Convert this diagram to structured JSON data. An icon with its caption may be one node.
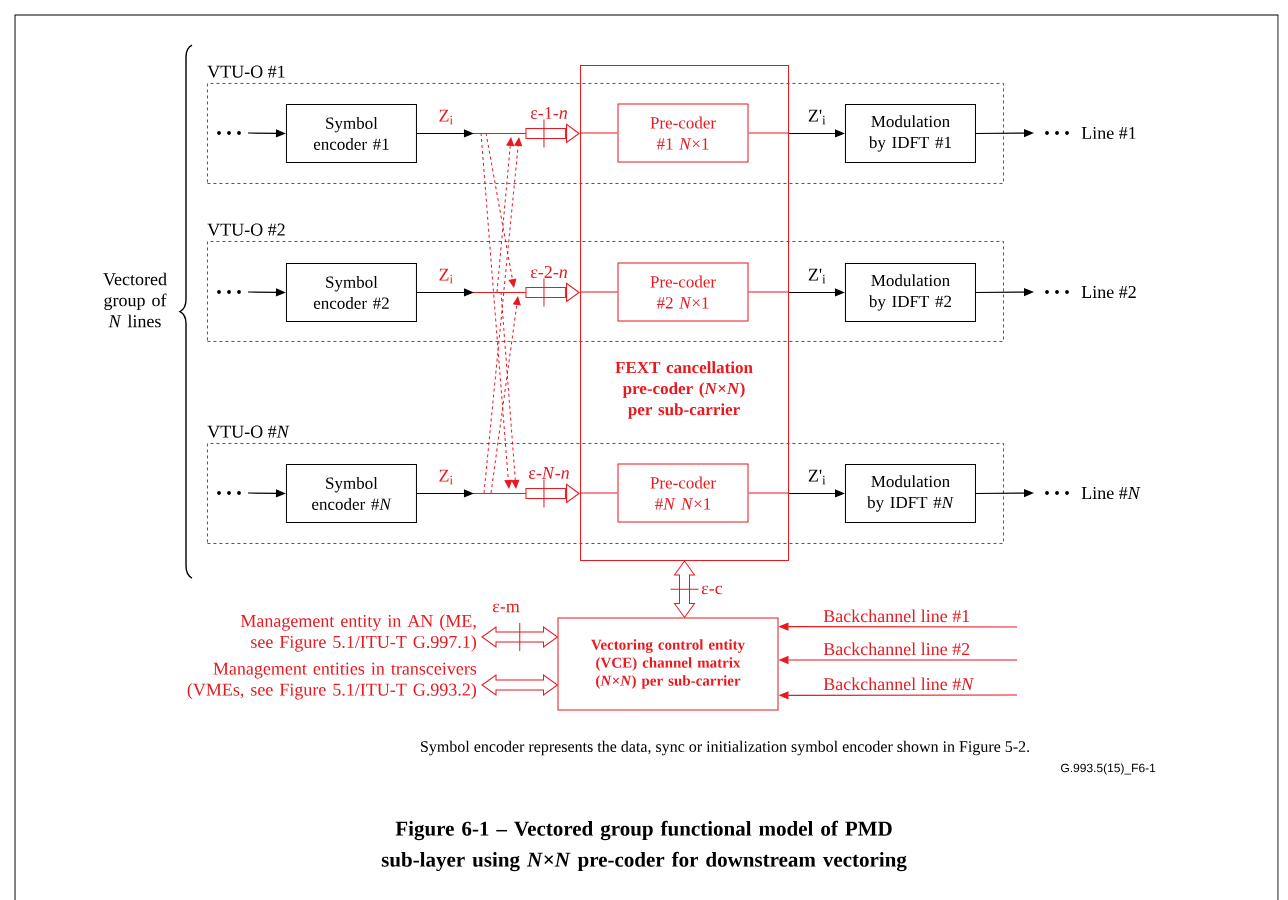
{
  "diagram": {
    "title": "Figure 6-1 – Vectored group functional model of PMD sub-layer using *N*×*N* pre-coder for downstream vectoring",
    "nodes": [
      {
        "text": [
          "VTU-O #1"
        ]
      },
      {
        "text": [
          "Symbol encoder #1"
        ],
        "in": 0
      },
      {
        "text": [
          "Pre-coder #1 *N*×1"
        ]
      },
      {
        "text": [
          "Modulation by IDFT #1"
        ],
        "in": 0
      },
      {
        "text": [
          "VTU-O #2"
        ]
      },
      {
        "text": [
          "Symbol encoder #2"
        ],
        "in": 4
      },
      {
        "text": [
          "Pre-coder #2 *N*×1"
        ]
      },
      {
        "text": [
          "Modulation by IDFT #2"
        ],
        "in": 4
      },
      {
        "text": [
          "VTU-O #*N*"
        ]
      },
      {
        "text": [
          "Symbol encoder #*N*"
        ],
        "in": 8
      },
      {
        "text": [
          "Pre-coder #*N* *N*×1"
        ]
      },
      {
        "text": [
          "Modulation by IDFT #*N*"
        ],
        "in": 8
      },
      {
        "text": [
          "FEXT cancellation pre-coder (*N*×*N*) per sub-carrier"
        ]
      },
      {
        "text": [
          "Vectoring control entity (VCE) channel matrix (*N*×*N*) per sub-carrier"
        ]
      },
      {
        "text": [
          "Management entity in AN (ME, see Figure 5.1/ITU-T G.997.1)"
        ]
      },
      {
        "text": [
          "Management entities in transceivers (VMEs, see Figure 5.1/ITU-T G.993.2)"
        ]
      },
      {
        "text": [
          "Line #1"
        ]
      },
      {
        "text": [
          "Line #2"
        ]
      },
      {
        "text": [
          "Line #*N*"
        ]
      }
    ],
    "edges": [
      {
        "from": null,
        "to": 1,
        "arrow": "to",
        "color": "#000000"
      },
      {
        "from": 1,
        "to": 12,
        "arrow": "to",
        "label": "Z$_{i}$",
        "color": "#e8191f"
      },
      {
        "from": 12,
        "to": 2,
        "arrow": "none",
        "color": "#e8191f"
      },
      {
        "from": 2,
        "to": 12,
        "arrow": "none",
        "color": "#e8191f"
      },
      {
        "from": 12,
        "to": 3,
        "arrow": "to",
        "label": "Z'$_{i}$",
        "color": "#000000"
      },
      {
        "from": 3,
        "to": 16,
        "arrow": "to",
        "color": "#000000"
      },
      {
        "from": null,
        "to": 5,
        "arrow": "to",
        "color": "#000000"
      },
      {
        "from": 5,
        "to": 12,
        "arrow": "to",
        "label": "Z$_{i}$",
        "color": "#e8191f"
      },
      {
        "from": 12,
        "to": 6,
        "arrow": "none",
        "color": "#e8191f"
      },
      {
        "from": 6,
        "to": 12,
        "arrow": "none",
        "color": "#e8191f"
      },
      {
        "from": 12,
        "to": 7,
        "arrow": "to",
        "label": "Z'$_{i}$",
        "color": "#000000"
      },
      {
        "from": 7,
        "to": 17,
        "arrow": "to",
        "color": "#000000"
      },
      {
        "from": null,
        "to": 9,
        "arrow": "to",
        "color": "#000000"
      },
      {
        "from": 9,
        "to": 12,
        "arrow": "to",
        "label": "Z$_{i}$",
        "color": "#e8191f"
      },
      {
        "from": 12,
        "to": 10,
        "arrow": "none",
        "color": "#e8191f"
      },
      {
        "from": 10,
        "to": 12,
        "arrow": "none",
        "color": "#e8191f"
      },
      {
        "from": 12,
        "to": 11,
        "arrow": "to",
        "label": "Z'$_{i}$",
        "color": "#000000"
      },
      {
        "from": 11,
        "to": 18,
        "arrow": "to",
        "color": "#000000"
      },
      {
        "from": 12,
        "to": 13,
        "arrow": "both",
        "label": "ε-c",
        "color": "#e8191f"
      },
      {
        "from": 14,
        "to": 13,
        "arrow": "both",
        "label": "ε-m",
        "color": "#e8191f"
      },
      {
        "from": 15,
        "to": 13,
        "arrow": "both",
        "color": "#e8191f"
      },
      {
        "from": null,
        "to": 13,
        "arrow": "to",
        "label": "Backchannel line #1",
        "color": "#e8191f"
      },
      {
        "from": null,
        "to": 13,
        "arrow": "to",
        "label": "Backchannel line #2",
        "color": "#e8191f"
      },
      {
        "from": null,
        "to": 13,
        "arrow": "to",
        "label": "Backchannel line #*N*",
        "color": "#e8191f"
      }
    ],
    "labels": [
      "ε-1-*n*",
      "Vectored group of *N* lines",
      "ε-2-*n*",
      "ε-*N*-*n*",
      "Symbol encoder represents the data, sync or initialization symbol encoder shown in Figure 5-2.",
      "G.993.5(15)_F6-1"
    ]
  }
}
